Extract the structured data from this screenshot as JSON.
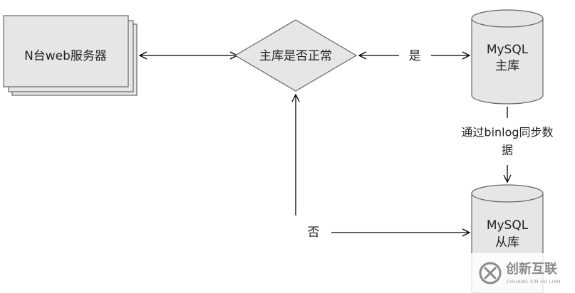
{
  "nodes": {
    "web_servers": {
      "label": "N台web服务器"
    },
    "decision": {
      "label": "主库是否正常"
    },
    "master_db": {
      "label_line1": "MySQL",
      "label_line2": "主库"
    },
    "slave_db": {
      "label_line1": "MySQL",
      "label_line2": "从库"
    }
  },
  "edges": {
    "yes_label": "是",
    "no_label": "否",
    "sync_label_line1": "通过binlog同步数",
    "sync_label_line2": "据"
  },
  "watermark": {
    "brand": "创新互联",
    "sub": "CHUANG XIN HU LIAN"
  },
  "colors": {
    "shape_fill": "#e6e6e6",
    "shape_stroke": "#666666",
    "line": "#000000"
  }
}
